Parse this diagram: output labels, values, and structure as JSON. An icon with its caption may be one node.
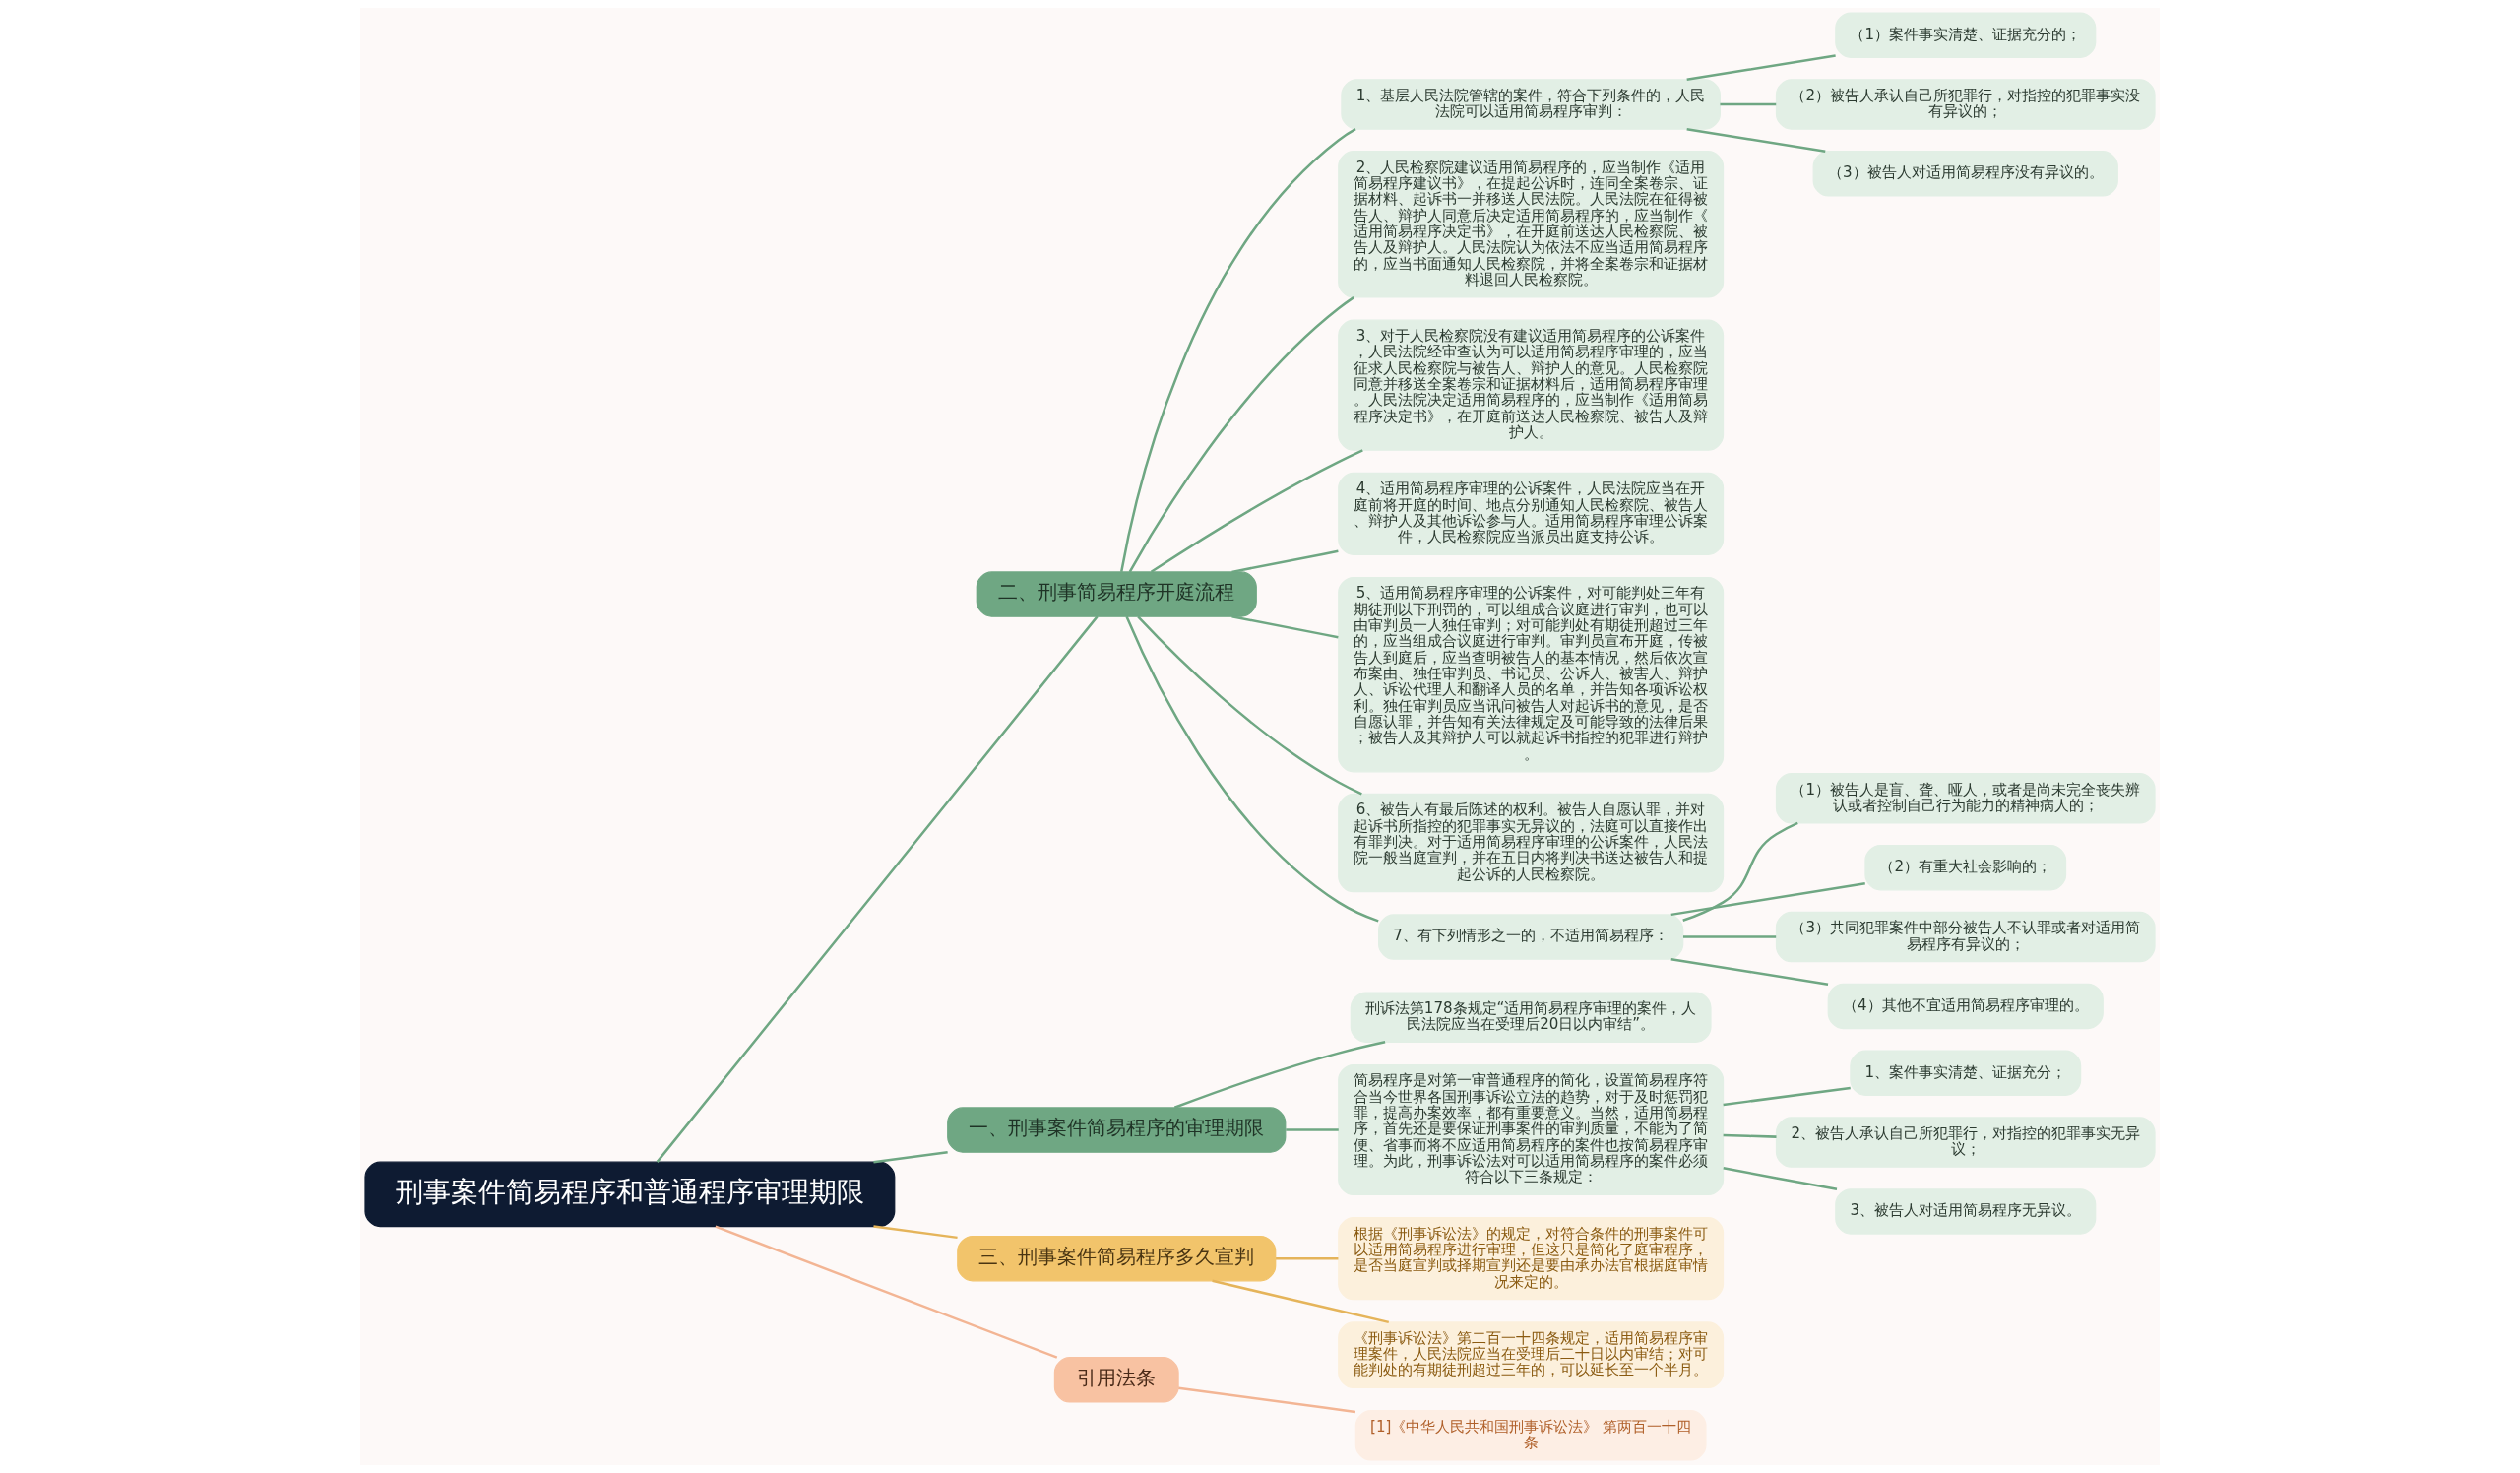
{
  "diagram": {
    "nodes": [
      {
        "text": [
          "刑事案件简易程序和普通程序审理期限"
        ]
      },
      {
        "text": [
          "二、刑事简易程序开庭流程"
        ]
      },
      {
        "text": [
          "1、基层人民法院管辖的案件，符合下列条件的，人民法院可以适用简易程序审判："
        ]
      },
      {
        "text": [
          "（1）案件事实清楚、证据充分的；"
        ]
      },
      {
        "text": [
          "（2）被告人承认自己所犯罪行，对指控的犯罪事实没有异议的；"
        ]
      },
      {
        "text": [
          "（3）被告人对适用简易程序没有异议的。"
        ]
      },
      {
        "text": [
          "2、人民检察院建议适用简易程序的，应当制作《适用简易程序建议书》，在提起公诉时，连同全案卷宗、证据材料、起诉书一并移送人民法院。人民法院在征得被告人、辩护人同意后决定适用简易程序的，应当制作《适用简易程序决定书》，在开庭前送达人民检察院、被告人及辩护人。人民法院认为依法不应当适用简易程序的，应当书面通知人民检察院，并将全案卷宗和证据材料退回人民检察院。"
        ]
      },
      {
        "text": [
          "3、对于人民检察院没有建议适用简易程序的公诉案件，人民法院经审查认为可以适用简易程序审理的，应当征求人民检察院与被告人、辩护人的意见。人民检察院同意并移送全案卷宗和证据材料后，适用简易程序审理。人民法院决定适用简易程序的，应当制作《适用简易程序决定书》，在开庭前送达人民检察院、被告人及辩护人。"
        ]
      },
      {
        "text": [
          "4、适用简易程序审理的公诉案件，人民法院应当在开庭前将开庭的时间、地点分别通知人民检察院、被告人、辩护人及其他诉讼参与人。适用简易程序审理公诉案件，人民检察院应当派员出庭支持公诉。"
        ]
      },
      {
        "text": [
          "5、适用简易程序审理的公诉案件，对可能判处三年有期徒刑以下刑罚的，可以组成合议庭进行审判，也可以由审判员一人独任审判；对可能判处有期徒刑超过三年的，应当组成合议庭进行审判。审判员宣布开庭，传被告人到庭后，应当查明被告人的基本情况，然后依次宣布案由、独任审判员、书记员、公诉人、被害人、辩护人、诉讼代理人和翻译人员的名单，并告知各项诉讼权利。独任审判员应当讯问被告人对起诉书的意见，是否自愿认罪，并告知有关法律规定及可能导致的法律后果；被告人及其辩护人可以就起诉书指控的犯罪进行辩护。"
        ]
      },
      {
        "text": [
          "6、被告人有最后陈述的权利。被告人自愿认罪，并对起诉书所指控的犯罪事实无异议的，法庭可以直接作出有罪判决。对于适用简易程序审理的公诉案件，人民法院一般当庭宣判，并在五日内将判决书送达被告人和提起公诉的人民检察院。"
        ]
      },
      {
        "text": [
          "7、有下列情形之一的，不适用简易程序："
        ]
      },
      {
        "text": [
          "（1）被告人是盲、聋、哑人，或者是尚未完全丧失辨认或者控制自己行为能力的精神病人的；"
        ]
      },
      {
        "text": [
          "（2）有重大社会影响的；"
        ]
      },
      {
        "text": [
          "（3）共同犯罪案件中部分被告人不认罪或者对适用简易程序有异议的；"
        ]
      },
      {
        "text": [
          "（4）其他不宜适用简易程序审理的。"
        ]
      },
      {
        "text": [
          "一、刑事案件简易程序的审理期限"
        ]
      },
      {
        "text": [
          "刑诉法第178条规定“适用简易程序审理的案件，人民法院应当在受理后20日以内审结”。"
        ]
      },
      {
        "text": [
          "简易程序是对第一审普通程序的简化，设置简易程序符合当今世界各国刑事诉讼立法的趋势，对于及时惩罚犯罪，提高办案效率，都有重要意义。当然，适用简易程序，首先还是要保证刑事案件的审判质量，不能为了简便、省事而将不应适用简易程序的案件也按简易程序审理。为此，刑事诉讼法对可以适用简易程序的案件必须符合以下三条规定："
        ]
      },
      {
        "text": [
          "1、案件事实清楚、证据充分；"
        ]
      },
      {
        "text": [
          "2、被告人承认自己所犯罪行，对指控的犯罪事实无异议；"
        ]
      },
      {
        "text": [
          "3、被告人对适用简易程序无异议。"
        ]
      },
      {
        "text": [
          "三、刑事案件简易程序多久宣判"
        ]
      },
      {
        "text": [
          "根据《刑事诉讼法》的规定，对符合条件的刑事案件可以适用简易程序进行审理，但这只是简化了庭审程序，是否当庭宣判或择期宣判还是要由承办法官根据庭审情况来定的。"
        ]
      },
      {
        "text": [
          "《刑事诉讼法》第二百一十四条规定，适用简易程序审理案件，人民法院应当在受理后二十日以内审结；对可能判处的有期徒刑超过三年的，可以延长至一个半月。"
        ]
      },
      {
        "text": [
          "引用法条"
        ]
      },
      {
        "text": [
          "[1]《中华人民共和国刑事诉讼法》 第两百一十四条"
        ]
      }
    ],
    "edges": [
      {
        "from": 0,
        "to": 1,
        "arrow": "none"
      },
      {
        "from": 1,
        "to": 2,
        "arrow": "none"
      },
      {
        "from": 2,
        "to": 3,
        "arrow": "none"
      },
      {
        "from": 2,
        "to": 4,
        "arrow": "none"
      },
      {
        "from": 2,
        "to": 5,
        "arrow": "none"
      },
      {
        "from": 1,
        "to": 6,
        "arrow": "none"
      },
      {
        "from": 1,
        "to": 7,
        "arrow": "none"
      },
      {
        "from": 1,
        "to": 8,
        "arrow": "none"
      },
      {
        "from": 1,
        "to": 9,
        "arrow": "none"
      },
      {
        "from": 1,
        "to": 10,
        "arrow": "none"
      },
      {
        "from": 1,
        "to": 11,
        "arrow": "none"
      },
      {
        "from": 11,
        "to": 12,
        "arrow": "none"
      },
      {
        "from": 11,
        "to": 13,
        "arrow": "none"
      },
      {
        "from": 11,
        "to": 14,
        "arrow": "none"
      },
      {
        "from": 11,
        "to": 15,
        "arrow": "none"
      },
      {
        "from": 0,
        "to": 16,
        "arrow": "none"
      },
      {
        "from": 16,
        "to": 17,
        "arrow": "none"
      },
      {
        "from": 16,
        "to": 18,
        "arrow": "none"
      },
      {
        "from": 18,
        "to": 19,
        "arrow": "none"
      },
      {
        "from": 18,
        "to": 20,
        "arrow": "none"
      },
      {
        "from": 18,
        "to": 21,
        "arrow": "none"
      },
      {
        "from": 0,
        "to": 22,
        "arrow": "none",
        "color": "#e5b45a"
      },
      {
        "from": 22,
        "to": 23,
        "arrow": "none",
        "color": "#e5b45a"
      },
      {
        "from": 22,
        "to": 24,
        "arrow": "none",
        "color": "#e5b45a"
      },
      {
        "from": 0,
        "to": 25,
        "arrow": "none",
        "color": "#f3b594"
      },
      {
        "from": 25,
        "to": 26,
        "arrow": "none",
        "color": "#f3b594"
      }
    ]
  }
}
